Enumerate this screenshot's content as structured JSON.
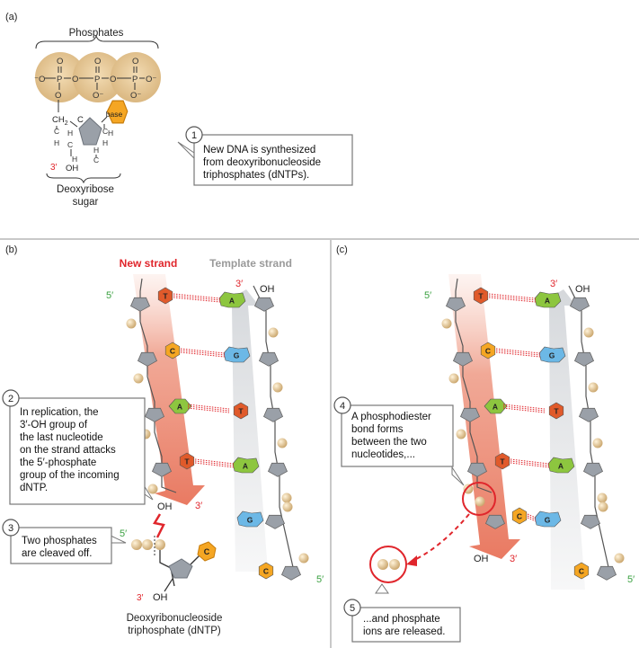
{
  "panel_a": {
    "label": "(a)",
    "phosphates_label": "Phosphates",
    "sugar_label_1": "Deoxyribose",
    "sugar_label_2": "sugar",
    "base_label": "base",
    "oh_label": "OH",
    "prime3_label": "3′",
    "ch2_label": "CH",
    "ch2_sub": "2",
    "step_number": "1",
    "callout_lines": [
      "New DNA is synthesized",
      "from deoxyribonucleoside",
      "triphosphates (dNTPs)."
    ]
  },
  "panel_b": {
    "label": "(b)",
    "new_strand_label": "New strand",
    "template_strand_label": "Template strand",
    "prime5_top": "5′",
    "prime3_top": "3′",
    "oh_top": "OH",
    "prime3_bottom": "3′",
    "oh_end": "OH",
    "prime5_dntp": "5′",
    "prime3_dntp": "3′",
    "oh_dntp": "OH",
    "prime5_template_bottom": "5′",
    "step2_number": "2",
    "step2_lines": [
      "In replication, the",
      "3′-OH group of",
      "the last nucleotide",
      "on the strand attacks",
      "the 5′-phosphate",
      "group of the incoming",
      "dNTP."
    ],
    "step3_number": "3",
    "step3_lines": [
      "Two phosphates",
      "are cleaved off."
    ],
    "dntp_caption_1": "Deoxyribonucleoside",
    "dntp_caption_2": "triphosphate (dNTP)"
  },
  "panel_c": {
    "label": "(c)",
    "prime5_top": "5′",
    "prime3_top": "3′",
    "oh_top": "OH",
    "prime3_bottom": "3′",
    "oh_end": "OH",
    "prime5_template_bottom": "5′",
    "step4_number": "4",
    "step4_lines": [
      "A phosphodiester",
      "bond forms",
      "between the two",
      "nucleotides,..."
    ],
    "step5_number": "5",
    "step5_lines": [
      "...and phosphate",
      "ions are released."
    ]
  },
  "pairs": [
    {
      "left": "T",
      "right": "A"
    },
    {
      "left": "C",
      "right": "G"
    },
    {
      "left": "A",
      "right": "T"
    },
    {
      "left": "T",
      "right": "A"
    }
  ],
  "new_pair": {
    "left": "C",
    "right": "G"
  },
  "template_only": [
    "G",
    "C"
  ],
  "colors": {
    "T": "#e05a2b",
    "A": "#8dc63f",
    "C": "#f5a623",
    "G": "#6cb8e6",
    "phosphate": "#d8b884",
    "sugar": "#9aa0a8",
    "arrow_new": "#e8735a",
    "arrow_template": "#d7d9dc",
    "highlight_red": "#e0262c",
    "green_label": "#3aa040"
  }
}
